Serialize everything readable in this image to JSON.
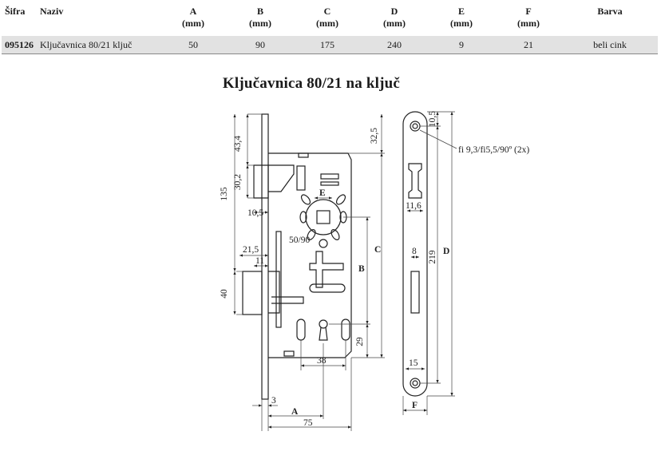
{
  "table": {
    "headers": {
      "sifra": "Šifra",
      "naziv": "Naziv",
      "a": "A",
      "b": "B",
      "c": "C",
      "d": "D",
      "e": "E",
      "f": "F",
      "unit": "(mm)",
      "barva": "Barva"
    },
    "row": {
      "sifra": "095126",
      "naziv": "Ključavnica 80/21 ključ",
      "a": "50",
      "b": "90",
      "c": "175",
      "d": "240",
      "e": "9",
      "f": "21",
      "barva": "beli cink"
    }
  },
  "drawing": {
    "title": "Ključavnica 80/21 na ključ",
    "dims": {
      "d434": "43,4",
      "d302": "30,2",
      "d135": "135",
      "d105a": "10,5",
      "d215": "21,5",
      "d11": "11",
      "d40": "40",
      "d5090": "50/90",
      "d325": "32,5",
      "d29": "29",
      "d38": "38",
      "d3": "3",
      "d75": "75",
      "d105b": "10,5",
      "d116": "11,6",
      "d8": "8",
      "d219": "219",
      "d15": "15",
      "la": "A",
      "lb": "B",
      "lc": "C",
      "ld": "D",
      "le": "E",
      "lf": "F",
      "note": "fi 9,3/fi5,5/90º (2x)"
    }
  }
}
